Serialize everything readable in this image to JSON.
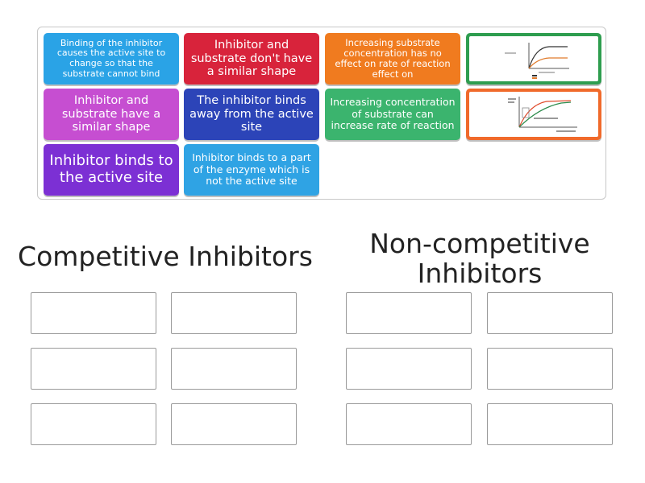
{
  "cards": [
    {
      "text": "Binding of the inhibitor causes the active site to change so that the substrate cannot bind",
      "color": "#2aa3e6"
    },
    {
      "text": "Inhibitor and substrate don't have a similar shape",
      "color": "#d8233b"
    },
    {
      "text": "Increasing substrate concentration has no effect on rate of reaction effect on",
      "color": "#f07b1f"
    },
    {
      "text": "Inhibitor and substrate have a similar shape",
      "color": "#c64ed1"
    },
    {
      "text": "The inhibitor binds away from the active site",
      "color": "#2c44b8"
    },
    {
      "text": "Increasing concentration of substrate can increase rate of reaction",
      "color": "#3bb46e"
    },
    {
      "text": "Inhibitor binds to the active site",
      "color": "#7c30d4"
    },
    {
      "text": "Inhibitor binds to a part of the enzyme which is not the active site",
      "color": "#2fa3e4"
    }
  ],
  "image_cards": [
    {
      "icon": "graph-noncompetitive-icon",
      "color": "#2e9d4f"
    },
    {
      "icon": "graph-competitive-icon",
      "color": "#f06a2b"
    }
  ],
  "groups": [
    {
      "title": "Competitive Inhibitors"
    },
    {
      "title": "Non-competitive Inhibitors"
    }
  ]
}
